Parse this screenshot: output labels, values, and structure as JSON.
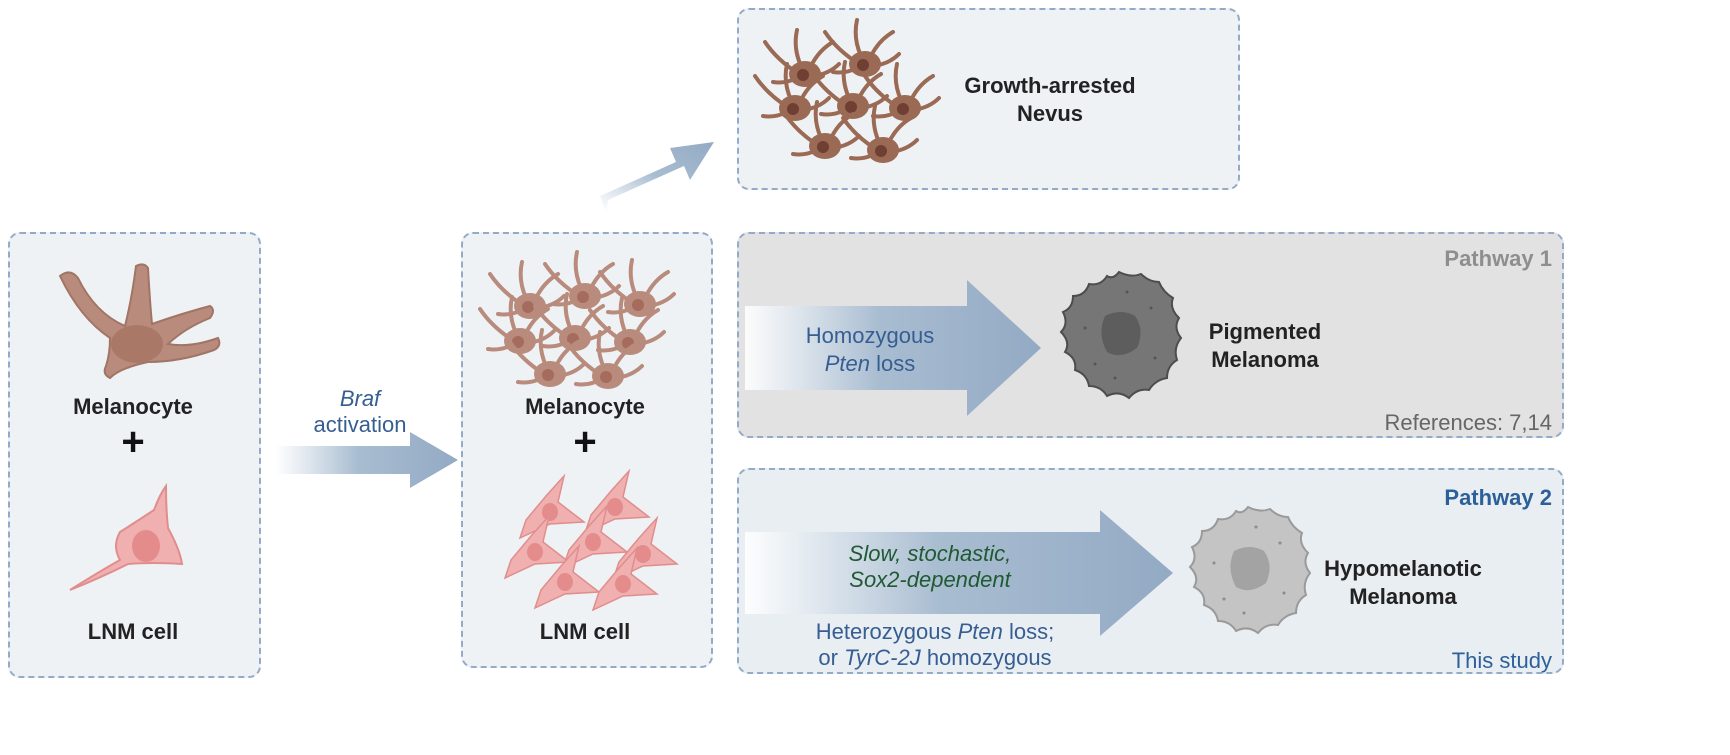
{
  "left_panel": {
    "melanocyte_label": "Melanocyte",
    "plus": "+",
    "lnm_label": "LNM cell"
  },
  "arrow1": {
    "line1": "Braf",
    "line2": "activation"
  },
  "middle_panel": {
    "melanocyte_label": "Melanocyte",
    "plus": "+",
    "lnm_label": "LNM cell"
  },
  "nevus_panel": {
    "line1": "Growth-arrested",
    "line2": "Nevus"
  },
  "pathway1": {
    "title": "Pathway 1",
    "arrow_line1": "Homozygous",
    "arrow_line2_italic": "Pten",
    "arrow_line2_rest": " loss",
    "result_line1": "Pigmented",
    "result_line2": "Melanoma",
    "references": "References: 7,14"
  },
  "pathway2": {
    "title": "Pathway 2",
    "arrow_line1": "Slow, stochastic,",
    "arrow_line2": "Sox2-dependent",
    "cond_line1_pre": "Heterozygous ",
    "cond_line1_italic": "Pten",
    "cond_line1_post": " loss;",
    "cond_line2_pre": "or ",
    "cond_line2_italic": "TyrC-2J",
    "cond_line2_post": " homozygous",
    "result_line1": "Hypomelanotic",
    "result_line2": "Melanoma",
    "footer": "This study"
  },
  "colors": {
    "panel_border": "#93aac8",
    "melanocyte_fill": "#b88b7c",
    "nevus_cell_fill": "#9b6a55",
    "lnm_fill": "#f0b0b0",
    "arrow": "#9fb4cb",
    "pathway_text_blue": "#365e92",
    "pathway_text_green": "#1f5a32"
  }
}
